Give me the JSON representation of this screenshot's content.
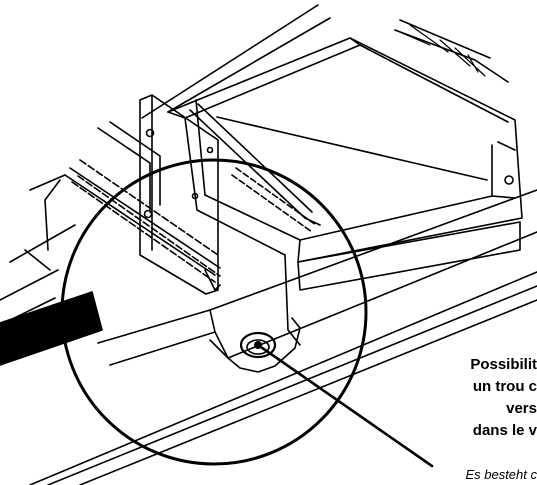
{
  "caption": {
    "fr_lines": [
      "Possibilit",
      "un trou c",
      "vers",
      "dans le v"
    ],
    "de_line": "Es besteht c"
  },
  "colors": {
    "ink": "#000000",
    "paper": "#ffffff"
  }
}
